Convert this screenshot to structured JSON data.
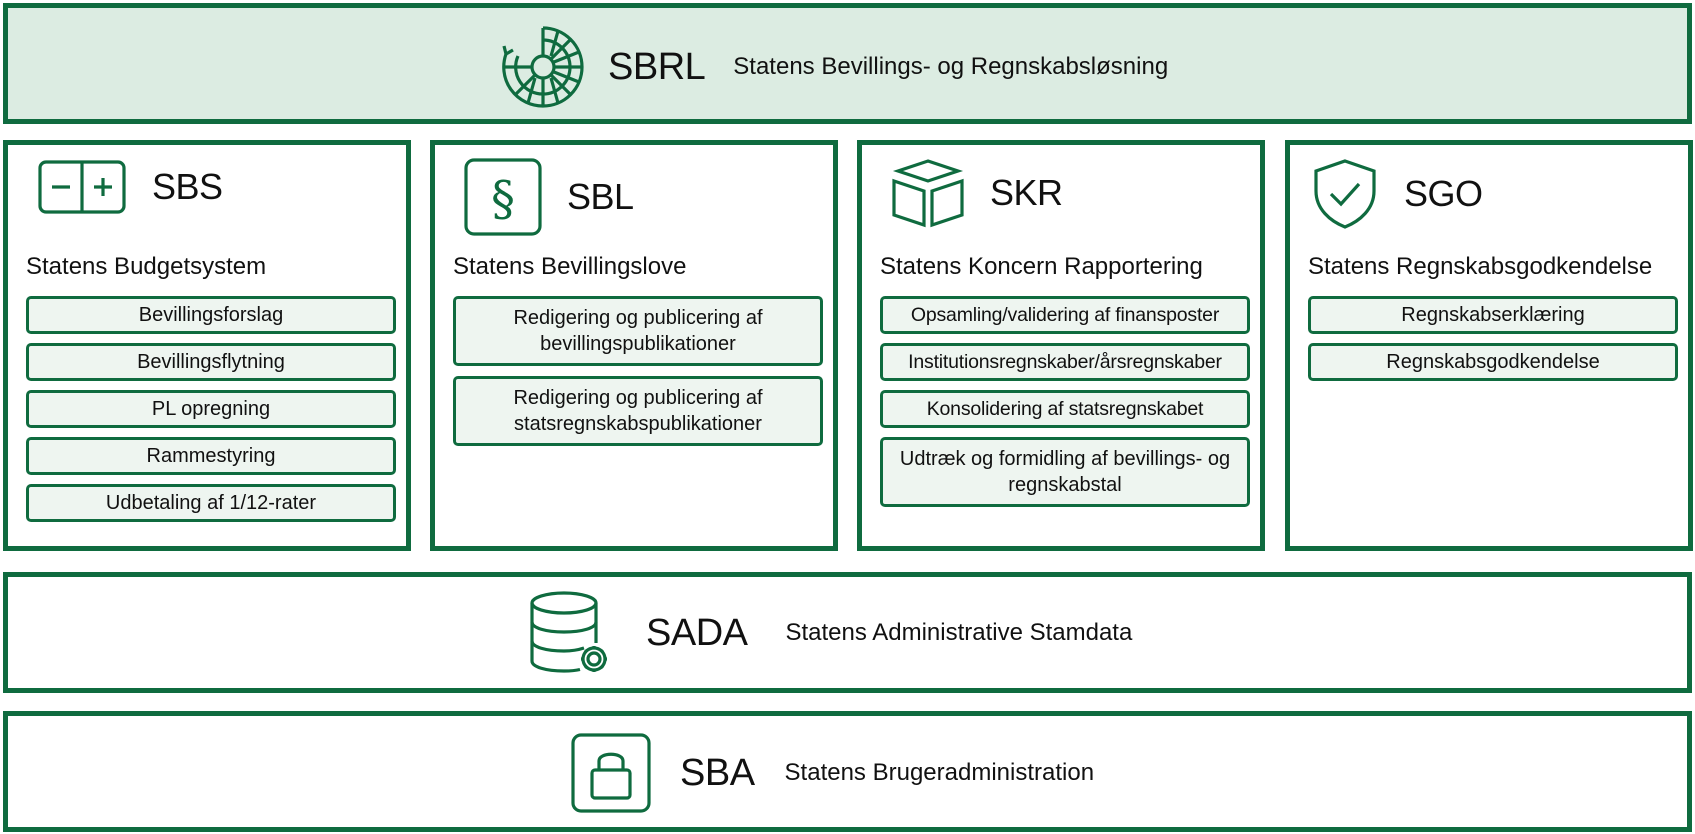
{
  "top": {
    "abbr": "SBRL",
    "name": "Statens Bevillings- og Regnskabsløsning",
    "icon": "radial-chart-icon"
  },
  "columns": [
    {
      "abbr": "SBS",
      "title": "Statens Budgetsystem",
      "icon": "minus-plus-icon",
      "items": [
        "Bevillingsforslag",
        "Bevillingsflytning",
        "PL opregning",
        "Rammestyring",
        "Udbetaling af 1/12-rater"
      ]
    },
    {
      "abbr": "SBL",
      "title": "Statens Bevillingslove",
      "icon": "section-sign-icon",
      "items": [
        "Redigering og publicering af bevillingspublikationer",
        "Redigering og publicering af statsregnskabspublikationer"
      ]
    },
    {
      "abbr": "SKR",
      "title": "Statens Koncern Rapportering",
      "icon": "open-box-icon",
      "items": [
        "Opsamling/validering af finansposter",
        "Institutionsregnskaber/årsregnskaber",
        "Konsolidering af statsregnskabet",
        "Udtræk og formidling af bevillings- og regnskabstal"
      ]
    },
    {
      "abbr": "SGO",
      "title": "Statens Regnskabsgodkendelse",
      "icon": "shield-check-icon",
      "items": [
        "Regnskabserklæring",
        "Regnskabsgodkendelse"
      ]
    }
  ],
  "sada": {
    "abbr": "SADA",
    "name": "Statens Administrative Stamdata",
    "icon": "database-gear-icon"
  },
  "sba": {
    "abbr": "SBA",
    "name": "Statens Brugeradministration",
    "icon": "padlock-icon"
  },
  "colors": {
    "border": "#0f6b3f",
    "top_fill": "#dcece2",
    "item_fill": "#eef5f0"
  }
}
